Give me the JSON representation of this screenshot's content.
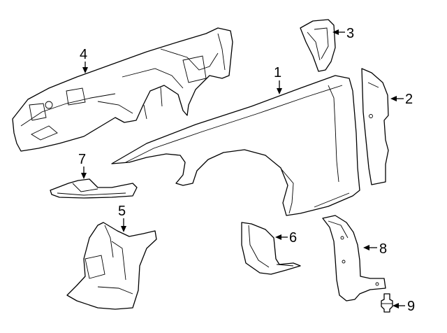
{
  "diagram": {
    "callouts": [
      {
        "id": "fender",
        "label": "1"
      },
      {
        "id": "rear-panel",
        "label": "2"
      },
      {
        "id": "upper-bracket",
        "label": "3"
      },
      {
        "id": "apron-assembly",
        "label": "4"
      },
      {
        "id": "lower-shield",
        "label": "5"
      },
      {
        "id": "splash-shield",
        "label": "6"
      },
      {
        "id": "front-molding",
        "label": "7"
      },
      {
        "id": "wheelhouse-liner",
        "label": "8"
      },
      {
        "id": "push-retainer",
        "label": "9"
      }
    ]
  }
}
